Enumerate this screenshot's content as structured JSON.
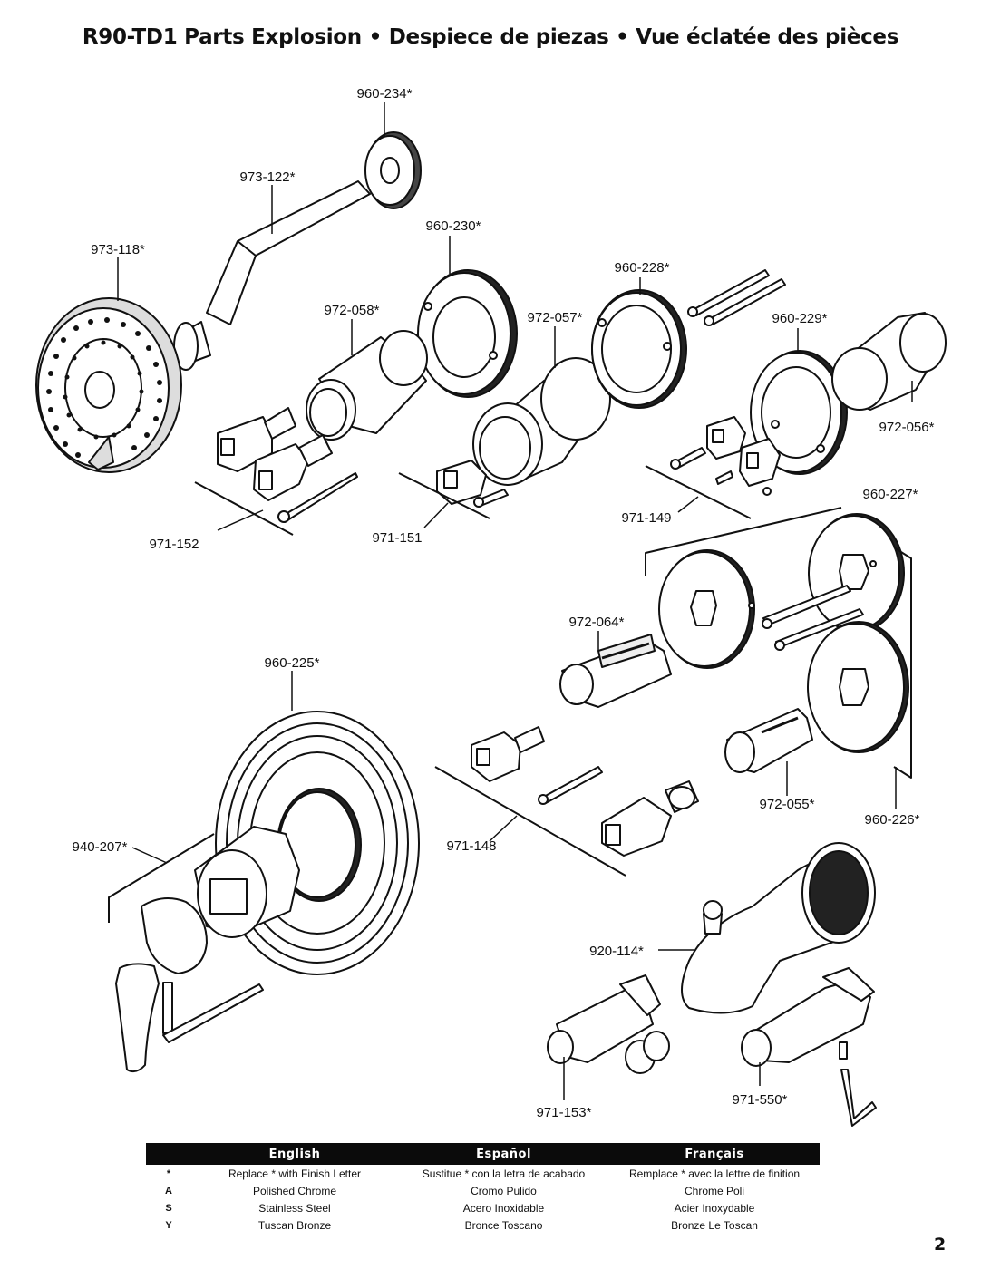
{
  "page": {
    "title": "R90-TD1  Parts Explosion  •  Despiece de piezas  •  Vue éclatée des pièces",
    "page_number": "2"
  },
  "parts": {
    "p960_234": "960-234*",
    "p973_122": "973-122*",
    "p960_230": "960-230*",
    "p973_118": "973-118*",
    "p960_228": "960-228*",
    "p972_058": "972-058*",
    "p972_057": "972-057*",
    "p960_229": "960-229*",
    "p972_056": "972-056*",
    "p960_227": "960-227*",
    "p971_149": "971-149",
    "p971_151": "971-151",
    "p971_152": "971-152",
    "p972_064": "972-064*",
    "p960_225": "960-225*",
    "p940_207": "940-207*",
    "p971_148": "971-148",
    "p972_055": "972-055*",
    "p960_226": "960-226*",
    "p920_114": "920-114*",
    "p971_153": "971-153*",
    "p971_550": "971-550*"
  },
  "legend": {
    "headers": [
      "English",
      "Español",
      "Français"
    ],
    "rows": [
      {
        "key": "*",
        "en": "Replace * with Finish Letter",
        "es": "Sustitue * con la letra de acabado",
        "fr": "Remplace * avec la lettre de finition"
      },
      {
        "key": "A",
        "en": "Polished Chrome",
        "es": "Cromo Pulido",
        "fr": "Chrome Poli"
      },
      {
        "key": "S",
        "en": "Stainless Steel",
        "es": "Acero Inoxidable",
        "fr": "Acier Inoxydable"
      },
      {
        "key": "Y",
        "en": "Tuscan Bronze",
        "es": "Bronce Toscano",
        "fr": "Bronze Le Toscan"
      }
    ]
  }
}
